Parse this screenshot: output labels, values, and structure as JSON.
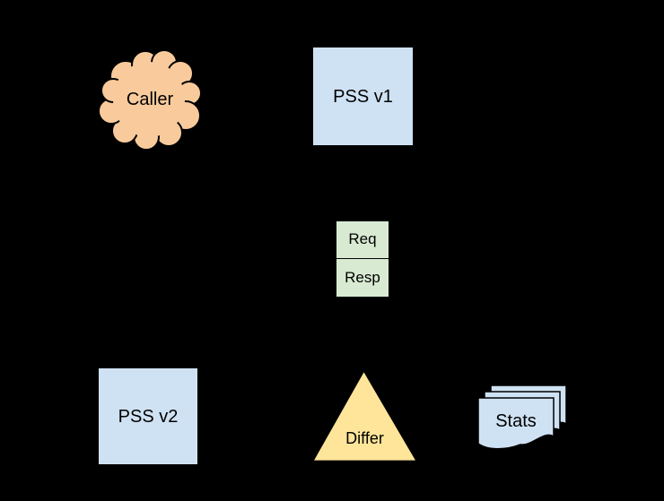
{
  "diagram": {
    "background": "#000000",
    "stroke_color": "#000000",
    "text_color": "#000000",
    "nodes": {
      "caller": {
        "label": "Caller",
        "shape": "cloud",
        "fill": "#f9cb9c"
      },
      "pss_v1": {
        "label": "PSS v1",
        "shape": "square",
        "fill": "#cfe2f3"
      },
      "req": {
        "label": "Req",
        "shape": "rectangle",
        "fill": "#d9ead3"
      },
      "resp": {
        "label": "Resp",
        "shape": "rectangle",
        "fill": "#d9ead3"
      },
      "pss_v2": {
        "label": "PSS v2",
        "shape": "square",
        "fill": "#cfe2f3"
      },
      "differ": {
        "label": "Differ",
        "shape": "triangle",
        "fill": "#ffe599"
      },
      "stats": {
        "label": "Stats",
        "shape": "document-stack",
        "fill": "#cfe2f3"
      }
    }
  }
}
